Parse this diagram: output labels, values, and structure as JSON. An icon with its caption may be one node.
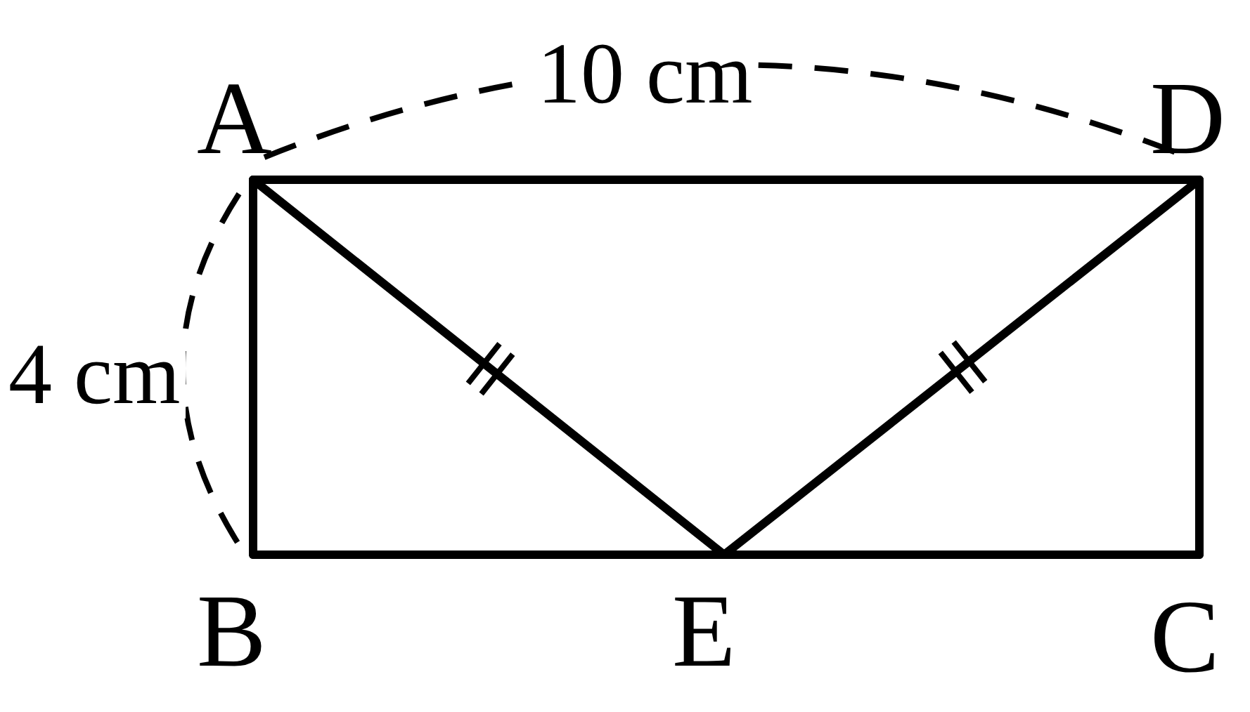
{
  "diagram": {
    "nodes": [
      {
        "text": [
          "A"
        ]
      },
      {
        "text": [
          "D"
        ]
      },
      {
        "text": [
          "B"
        ]
      },
      {
        "text": [
          "E"
        ]
      },
      {
        "text": [
          "C"
        ]
      }
    ],
    "edges": [
      {
        "from": 0,
        "to": 1,
        "arrow": "none"
      },
      {
        "from": 0,
        "to": 2,
        "arrow": "none"
      },
      {
        "from": 1,
        "to": 4,
        "arrow": "none"
      },
      {
        "from": 2,
        "to": 3,
        "arrow": "none"
      },
      {
        "from": 3,
        "to": 4,
        "arrow": "none"
      },
      {
        "from": 0,
        "to": 3,
        "arrow": "none"
      },
      {
        "from": 3,
        "to": 1,
        "arrow": "none"
      }
    ],
    "labels": [
      "10 cm",
      "4 cm"
    ]
  }
}
